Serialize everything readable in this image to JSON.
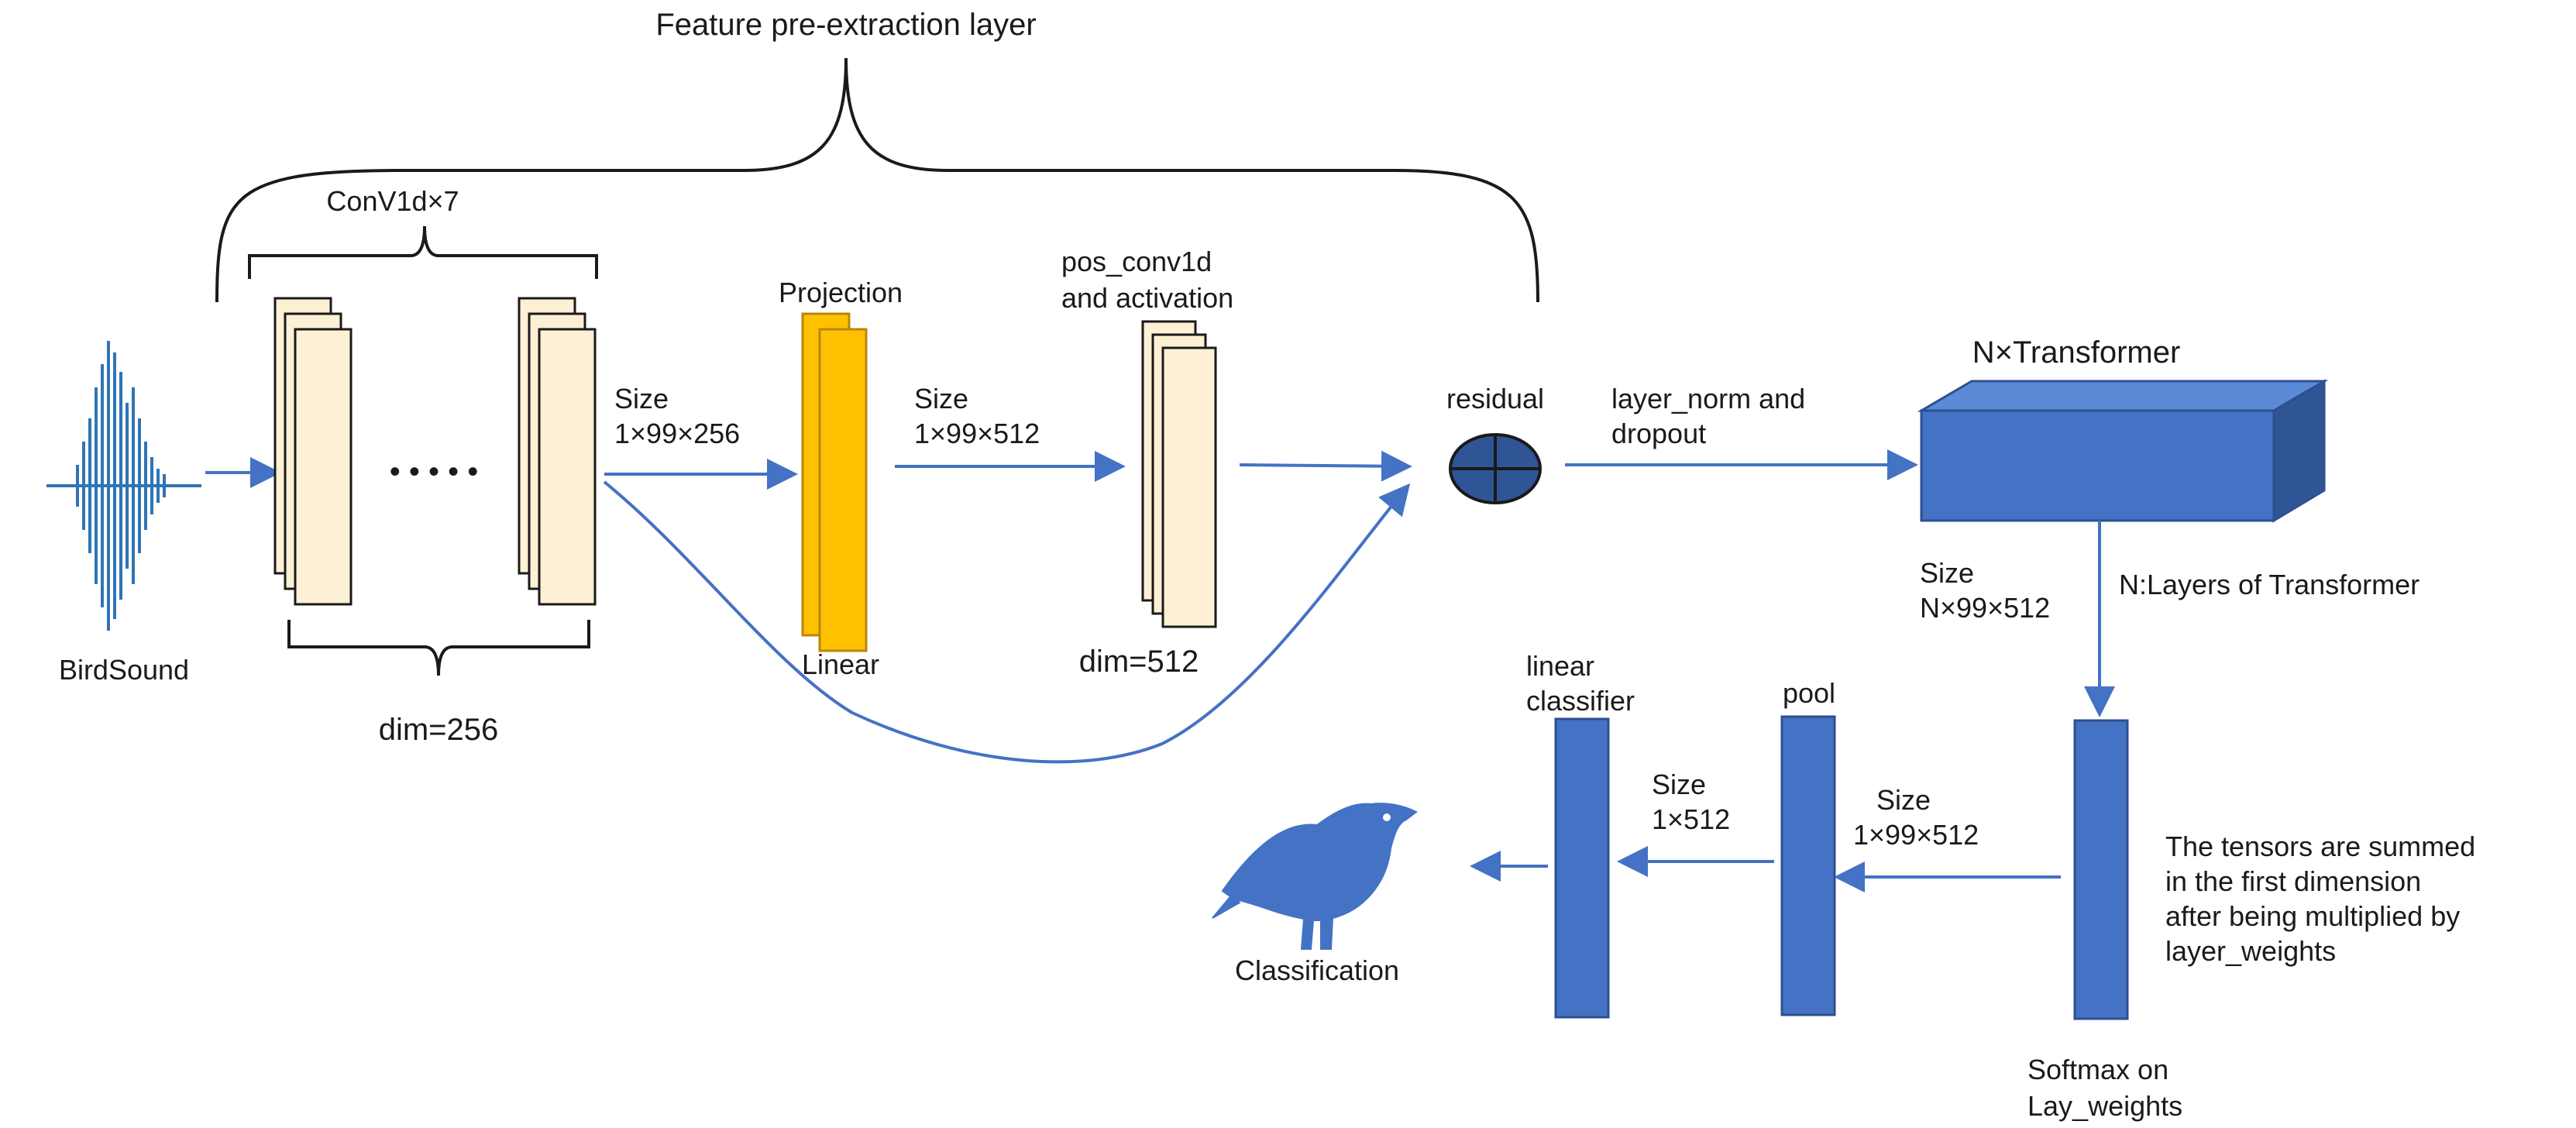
{
  "labels": {
    "feature_pre_extraction": "Feature pre-extraction layer",
    "conv1d": "ConV1d×7",
    "projection": "Projection",
    "linear": "Linear",
    "pos_conv1d_line1": "pos_conv1d",
    "pos_conv1d_line2": "and activation",
    "residual": "residual",
    "layer_norm_line1": "layer_norm and",
    "layer_norm_line2": "dropout",
    "n_transformer": "N×Transformer",
    "bird_sound": "BirdSound",
    "dim256": "dim=256",
    "dim512": "dim=512",
    "size": "Size",
    "size_1_99_256": "1×99×256",
    "size_1_99_512": "1×99×512",
    "size_n_99_512": "N×99×512",
    "n_layers": "N:Layers of Transformer",
    "linear_classifier_line1": "linear",
    "linear_classifier_line2": "classifier",
    "pool": "pool",
    "size_1_512": "1×512",
    "size_1_99_512_b": "1×99×512",
    "classification": "Classification",
    "softmax_line1": "Softmax on",
    "softmax_line2": "Lay_weights",
    "tensors_line1": "The tensors are summed",
    "tensors_line2": "in the first dimension",
    "tensors_line3": "after being multiplied by",
    "tensors_line4": "layer_weights",
    "dots": "• • • • •"
  },
  "colors": {
    "arrow": "#4472c4",
    "conv_block": "#fdf0d5",
    "projection_block": "#ffc000",
    "transformer_block": "#4472c4"
  },
  "icons": [
    "waveform-icon",
    "bird-icon",
    "circled-plus-icon"
  ]
}
